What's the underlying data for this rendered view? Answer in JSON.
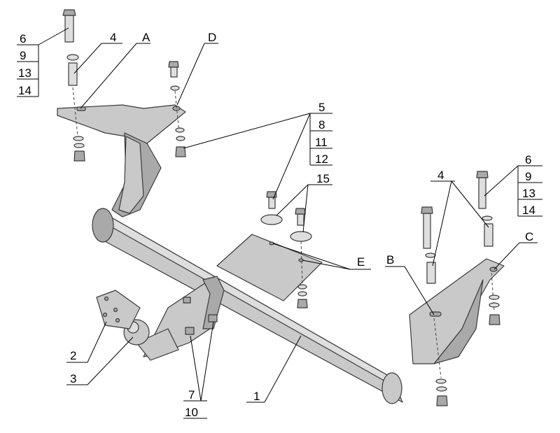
{
  "callouts": {
    "c6_left": "6",
    "c9_left": "9",
    "c13_left": "13",
    "c14_left": "14",
    "c4_left": "4",
    "cA": "A",
    "cD": "D",
    "c5": "5",
    "c8": "8",
    "c11": "11",
    "c12": "12",
    "c15": "15",
    "cE": "E",
    "c6_right": "6",
    "c9_right": "9",
    "c13_right": "13",
    "c14_right": "14",
    "c4_right": "4",
    "cC": "C",
    "cB": "B",
    "c2": "2",
    "c3": "3",
    "c1": "1",
    "c7": "7",
    "c10": "10"
  }
}
